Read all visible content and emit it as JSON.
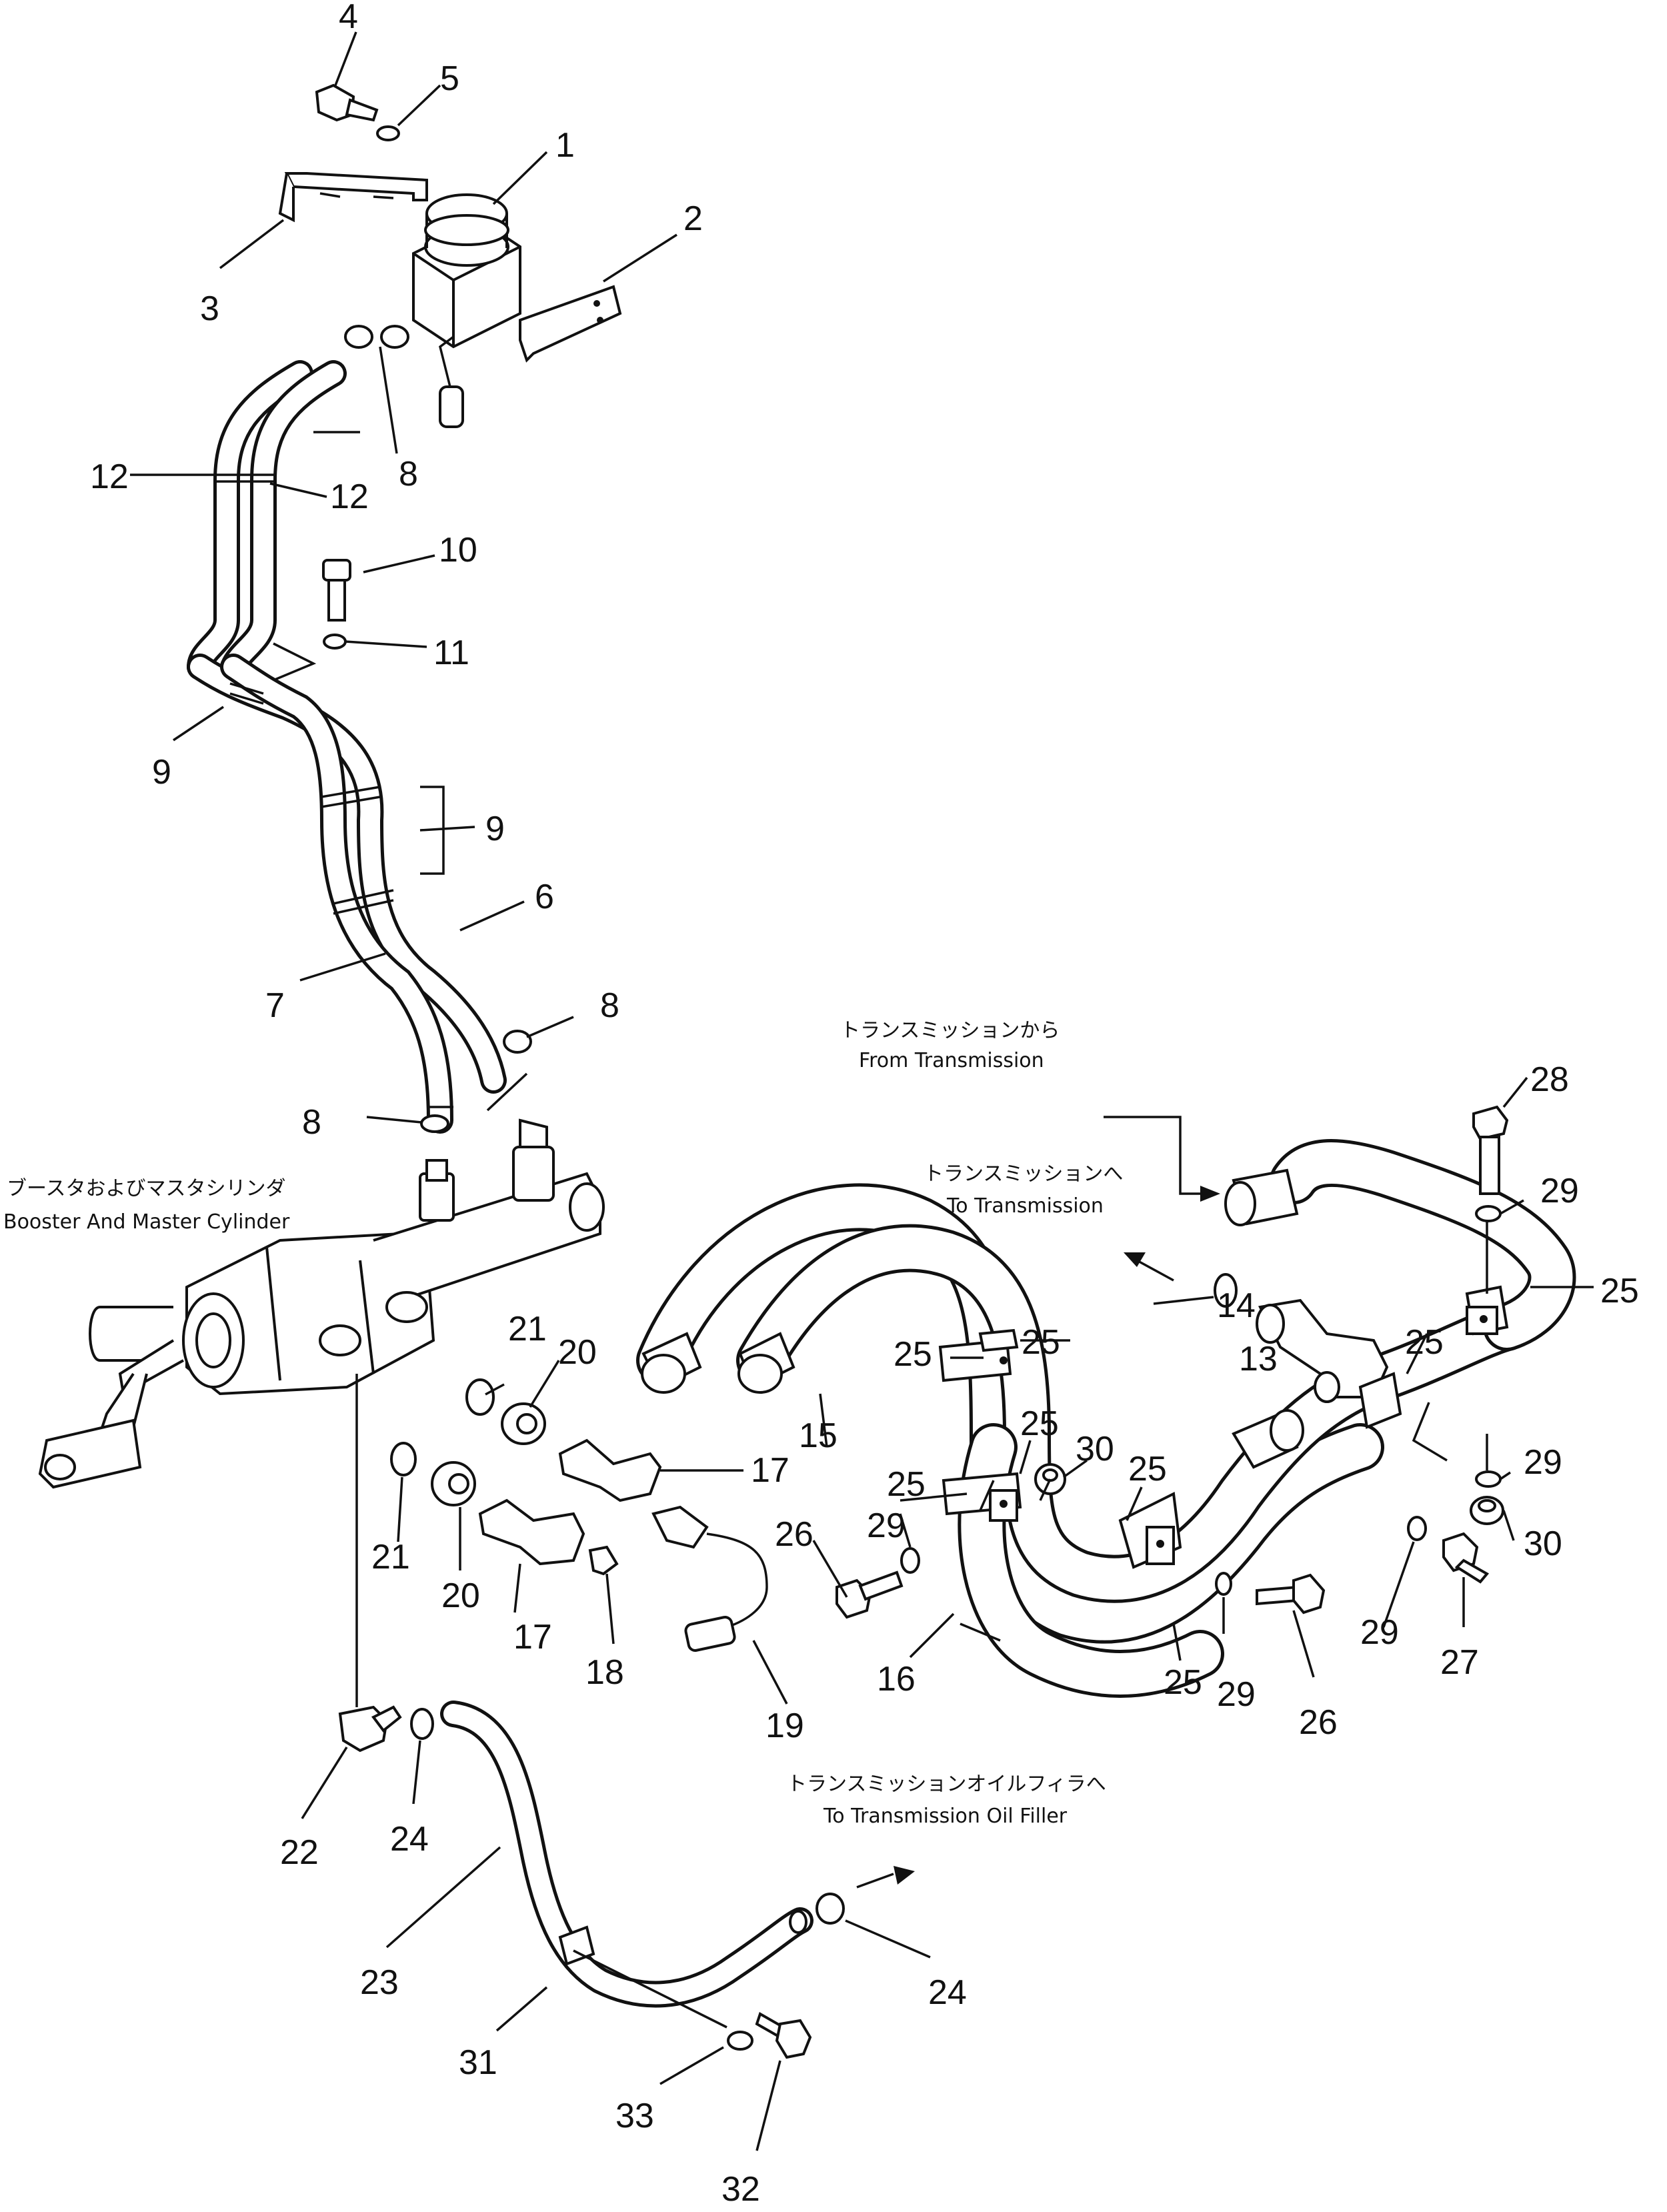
{
  "notes": {
    "from_transmission_jp": "トランスミッションから",
    "from_transmission_en": "From Transmission",
    "to_transmission_jp": "トランスミッションへ",
    "to_transmission_en": "To Transmission",
    "booster_jp": "ブースタおよびマスタシリンダ",
    "booster_en": "Booster And Master Cylinder",
    "oil_filler_jp": "トランスミッションオイルフィラへ",
    "oil_filler_en": "To Transmission Oil Filler"
  },
  "callouts": {
    "c1": "1",
    "c2": "2",
    "c3": "3",
    "c4": "4",
    "c5": "5",
    "c6": "6",
    "c7": "7",
    "c8a": "8",
    "c8b": "8",
    "c8c": "8",
    "c9a": "9",
    "c9b": "9",
    "c10": "10",
    "c11": "11",
    "c12a": "12",
    "c12b": "12",
    "c13": "13",
    "c14": "14",
    "c15": "15",
    "c16": "16",
    "c17a": "17",
    "c17b": "17",
    "c18": "18",
    "c19": "19",
    "c20a": "20",
    "c20b": "20",
    "c21a": "21",
    "c21b": "21",
    "c22": "22",
    "c23": "23",
    "c24a": "24",
    "c24b": "24",
    "c25a": "25",
    "c25b": "25",
    "c25c": "25",
    "c25d": "25",
    "c25e": "25",
    "c25f": "25",
    "c25g": "25",
    "c25h": "25",
    "c26a": "26",
    "c26b": "26",
    "c27": "27",
    "c28": "28",
    "c29a": "29",
    "c29b": "29",
    "c29c": "29",
    "c29d": "29",
    "c29e": "29",
    "c30a": "30",
    "c30b": "30",
    "c31": "31",
    "c32": "32",
    "c33": "33"
  }
}
